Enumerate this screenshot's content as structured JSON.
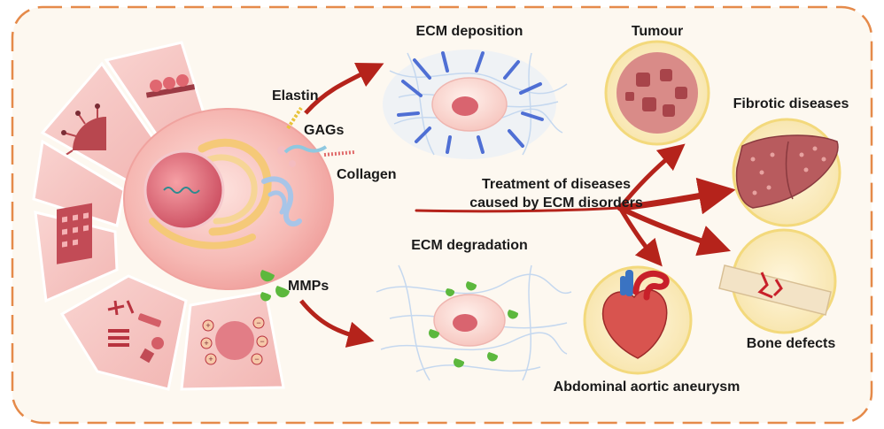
{
  "labels": {
    "elastin": "Elastin",
    "gags": "GAGs",
    "collagen": "Collagen",
    "mmps": "MMPs",
    "ecm_deposition": "ECM deposition",
    "ecm_degradation": "ECM degradation",
    "treatment_line1": "Treatment of diseases",
    "treatment_line2": "caused by ECM disorders",
    "tumour": "Tumour",
    "fibrotic_diseases": "Fibrotic diseases",
    "bone_defects": "Bone defects",
    "abdominal_aortic_aneurysm": "Abdominal aortic aneurysm"
  },
  "colors": {
    "frame_dash": "#e58a4a",
    "panel_bg": "#fcf6ec",
    "arrow_red": "#b5231b",
    "cell_pink": "#f3a9a9",
    "cell_pink_light": "#fbd9d6",
    "nucleus": "#d95a67",
    "fiber_blue": "#4f6fd4",
    "fiber_light": "#bcd3ef",
    "mmp_green": "#5cb83d",
    "circle_bg": "#fbedc8",
    "circle_ring": "#f4dc7a"
  },
  "icons": [
    "heart-icon",
    "liver-icon",
    "tumour-tissue-icon",
    "broken-bone-icon",
    "cell-icon",
    "mmp-enzyme-icon"
  ]
}
